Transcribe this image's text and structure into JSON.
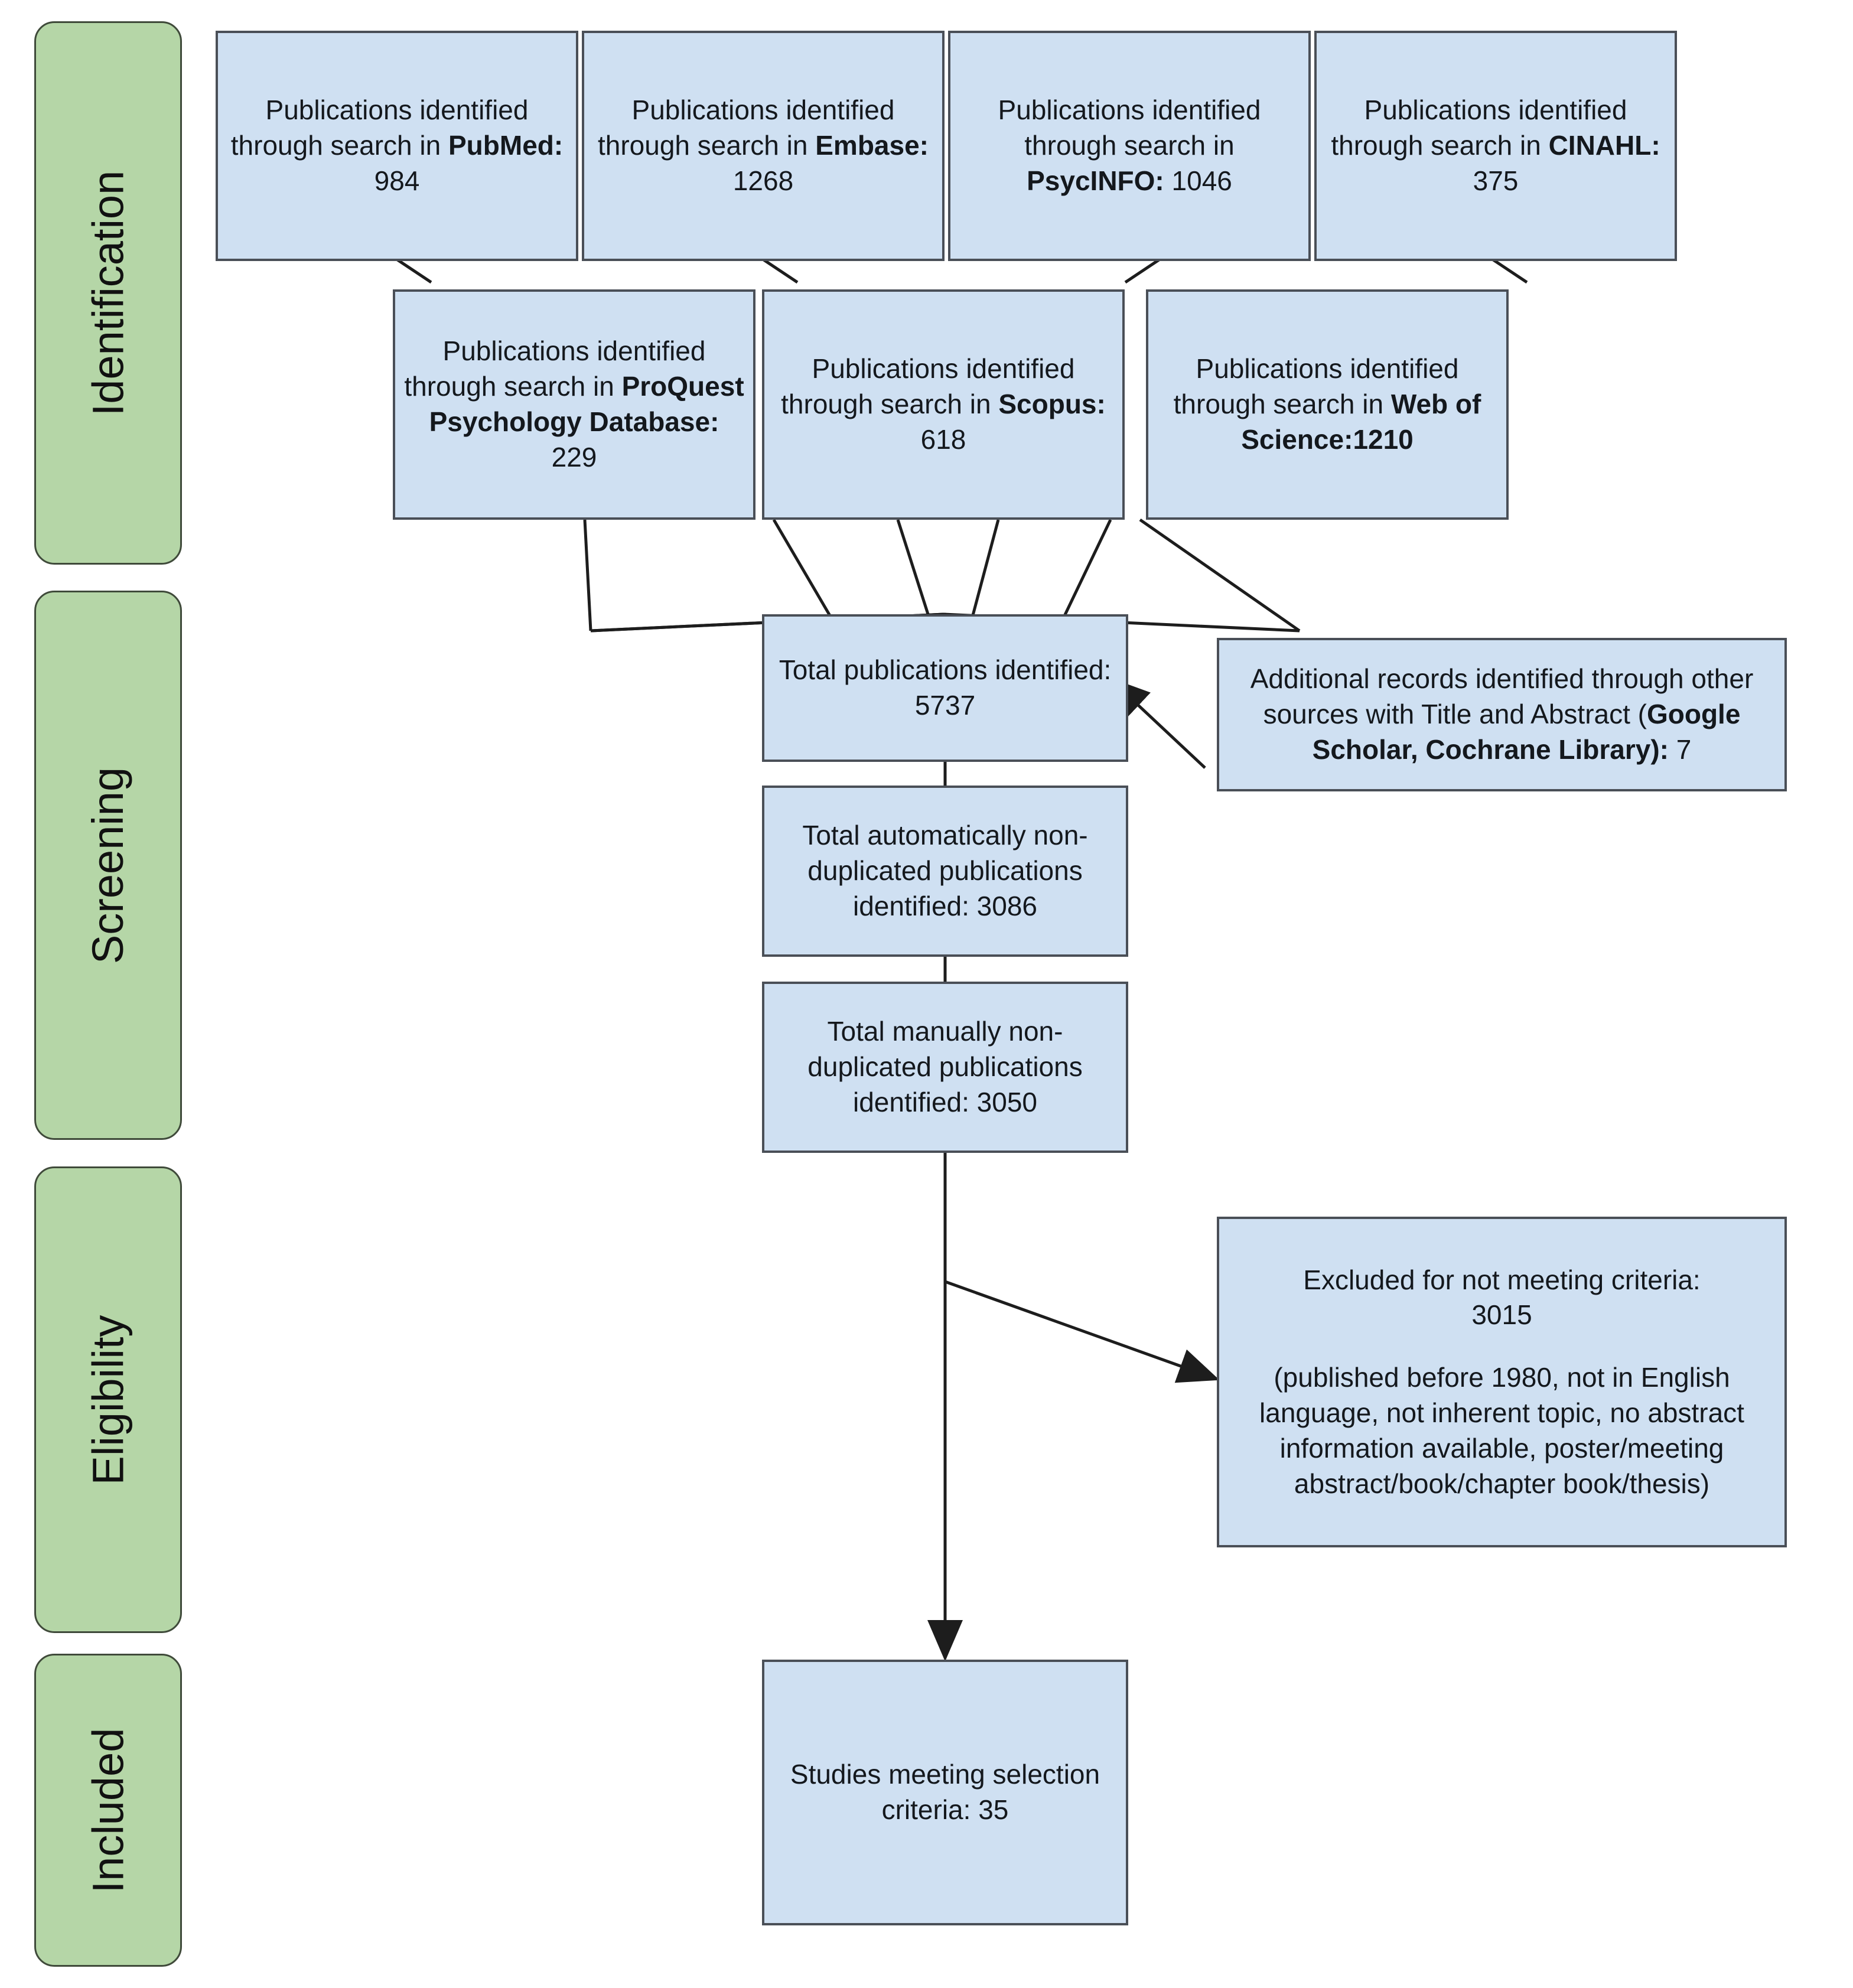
{
  "diagram": {
    "title": "PRISMA study selection flow diagram",
    "colors": {
      "box_fill": "#cfe0f2",
      "box_border": "#4a4f57",
      "stage_fill": "#b5d6a7",
      "stage_border": "#3f4a3a",
      "connector": "#1d1d1d",
      "background": "#ffffff"
    }
  },
  "stages": [
    {
      "id": "identification",
      "label": "Identification"
    },
    {
      "id": "screening",
      "label": "Screening"
    },
    {
      "id": "eligibility",
      "label": "Eligibility"
    },
    {
      "id": "included",
      "label": "Included"
    }
  ],
  "sources_row1": [
    {
      "id": "pubmed",
      "lead": "Publications identified through search in ",
      "source": "PubMed",
      "sep": ": ",
      "count": "984"
    },
    {
      "id": "embase",
      "lead": "Publications identified through search in ",
      "source": "Embase",
      "sep": ": ",
      "count": "1268"
    },
    {
      "id": "psycinfo",
      "lead": "Publications identified through search in ",
      "source": "PsycINFO",
      "sep": ": ",
      "count": "1046"
    },
    {
      "id": "cinahl",
      "lead": "Publications identified through search in ",
      "source": "CINAHL",
      "sep": ": ",
      "count": "375"
    }
  ],
  "sources_row2": [
    {
      "id": "proquest",
      "lead": "Publications identified through search in ",
      "source": "ProQuest Psychology Database",
      "sep": ": ",
      "count": "229"
    },
    {
      "id": "scopus",
      "lead": "Publications identified through search in ",
      "source": "Scopus",
      "sep": ": ",
      "count": "618"
    },
    {
      "id": "wos",
      "lead": "Publications identified through search in ",
      "source": "Web of Science",
      "sep": ":",
      "count": "1210"
    }
  ],
  "flow": {
    "total_identified": {
      "label": "Total publications identified: ",
      "value": "5737"
    },
    "auto_dedup": {
      "label": "Total automatically non-duplicated publications identified: ",
      "value": "3086"
    },
    "manual_dedup": {
      "label": "Total manually non-duplicated publications identified: ",
      "value": "3050"
    },
    "included": {
      "label": "Studies meeting selection criteria: ",
      "value": "35"
    }
  },
  "side_boxes": {
    "additional_records": {
      "lead": "Additional records identified through other sources with Title and Abstract (",
      "sources": "Google Scholar, Cochrane Library",
      "tail": "): ",
      "value": "7"
    },
    "excluded": {
      "label": "Excluded for not meeting criteria:",
      "value": "3015",
      "reasons": "(published before 1980, not in English language, not inherent topic, no abstract information available, poster/meeting abstract/book/chapter book/thesis)"
    }
  },
  "chart_data": {
    "type": "flowchart",
    "title": "PRISMA study selection flow diagram",
    "stages": [
      "Identification",
      "Screening",
      "Eligibility",
      "Included"
    ],
    "nodes": [
      {
        "id": "pubmed",
        "stage": "Identification",
        "label": "Publications identified through search in PubMed: 984",
        "value": 984
      },
      {
        "id": "embase",
        "stage": "Identification",
        "label": "Publications identified through search in Embase: 1268",
        "value": 1268
      },
      {
        "id": "psycinfo",
        "stage": "Identification",
        "label": "Publications identified through search in PsycINFO: 1046",
        "value": 1046
      },
      {
        "id": "cinahl",
        "stage": "Identification",
        "label": "Publications identified through search in CINAHL: 375",
        "value": 375
      },
      {
        "id": "proquest",
        "stage": "Identification",
        "label": "Publications identified through search in ProQuest Psychology Database: 229",
        "value": 229
      },
      {
        "id": "scopus",
        "stage": "Identification",
        "label": "Publications identified through search in Scopus: 618",
        "value": 618
      },
      {
        "id": "wos",
        "stage": "Identification",
        "label": "Publications identified through search in Web of Science:1210",
        "value": 1210
      },
      {
        "id": "total",
        "stage": "Screening",
        "label": "Total publications identified: 5737",
        "value": 5737
      },
      {
        "id": "additional",
        "stage": "Screening",
        "label": "Additional records identified through other sources with Title and Abstract (Google Scholar, Cochrane Library): 7",
        "value": 7
      },
      {
        "id": "auto_dedup",
        "stage": "Screening",
        "label": "Total automatically non-duplicated publications identified: 3086",
        "value": 3086
      },
      {
        "id": "manual_dedup",
        "stage": "Screening",
        "label": "Total manually non-duplicated publications identified: 3050",
        "value": 3050
      },
      {
        "id": "excluded",
        "stage": "Eligibility",
        "label": "Excluded for not meeting criteria: 3015",
        "value": 3015
      },
      {
        "id": "included",
        "stage": "Included",
        "label": "Studies meeting selection criteria: 35",
        "value": 35
      }
    ],
    "edges": [
      {
        "from": "pubmed",
        "to": "proquest"
      },
      {
        "from": "embase",
        "to": "scopus"
      },
      {
        "from": "psycinfo",
        "to": "scopus"
      },
      {
        "from": "cinahl",
        "to": "wos"
      },
      {
        "from": "proquest",
        "to": "total"
      },
      {
        "from": "scopus",
        "to": "total"
      },
      {
        "from": "wos",
        "to": "total"
      },
      {
        "from": "additional",
        "to": "total"
      },
      {
        "from": "total",
        "to": "auto_dedup"
      },
      {
        "from": "auto_dedup",
        "to": "manual_dedup"
      },
      {
        "from": "manual_dedup",
        "to": "excluded"
      },
      {
        "from": "manual_dedup",
        "to": "included"
      }
    ]
  }
}
